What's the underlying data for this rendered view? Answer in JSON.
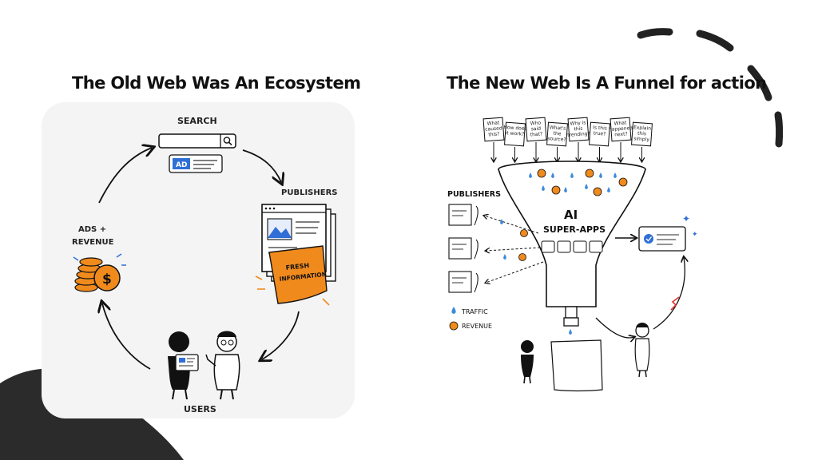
{
  "left": {
    "title": "The Old Web Was An Ecosystem",
    "labels": {
      "search": "SEARCH",
      "ad": "AD",
      "publishers": "PUBLISHERS",
      "fresh_line1": "FRESH",
      "fresh_line2": "INFORMATION",
      "users": "USERS",
      "ads_line1": "ADS +",
      "ads_line2": "REVENUE"
    }
  },
  "right": {
    "title": "The New Web Is A Funnel for action",
    "labels": {
      "publishers": "PUBLISHERS",
      "ai": "AI",
      "super_apps": "SUPER-APPS",
      "traffic": "TRAFFIC",
      "revenue": "REVENUE"
    },
    "questions": [
      [
        "What",
        "caused",
        "this?"
      ],
      [
        "How does",
        "it work?"
      ],
      [
        "Who",
        "said",
        "that?"
      ],
      [
        "What's",
        "the",
        "source?"
      ],
      [
        "Why is",
        "this",
        "trending?"
      ],
      [
        "Is this",
        "true?"
      ],
      [
        "What",
        "happened",
        "next?"
      ],
      [
        "Explain",
        "this",
        "simply"
      ]
    ]
  },
  "colors": {
    "accent_orange": "#f08a1c",
    "accent_blue": "#2f6fd6",
    "drop_blue": "#3d8bd9",
    "ink": "#111111",
    "dark_shape": "#2b2b2b"
  }
}
